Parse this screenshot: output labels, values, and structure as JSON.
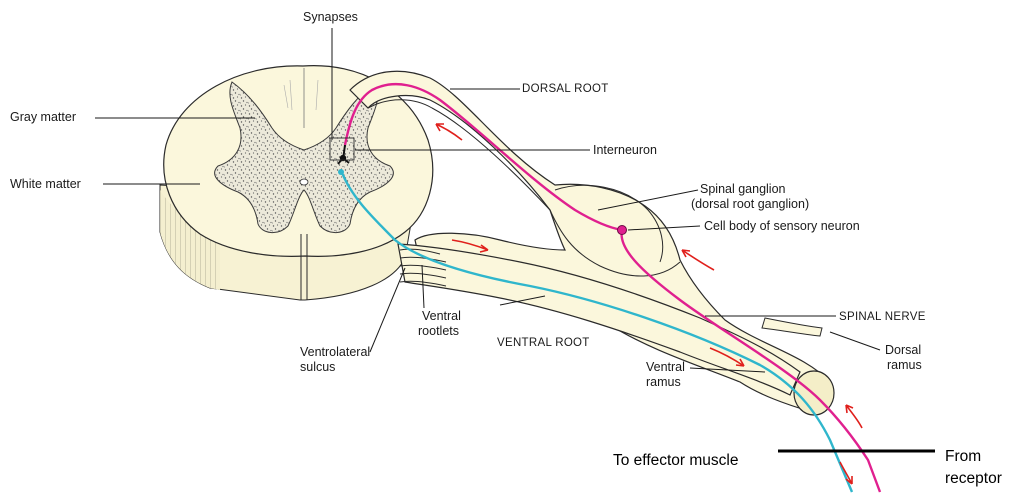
{
  "colors": {
    "cord_fill": "#fbf7dc",
    "gray_matter_fill": "#eae7d8",
    "sensory_fiber": "#e0208f",
    "motor_fiber": "#2fb6cc",
    "arrow": "#e0201c",
    "outline": "#2b2b2b"
  },
  "labels": {
    "synapses": "Synapses",
    "gray_matter": "Gray matter",
    "white_matter": "White matter",
    "dorsal_root": "DORSAL ROOT",
    "interneuron": "Interneuron",
    "spinal_ganglion_line1": "Spinal ganglion",
    "spinal_ganglion_line2": "(dorsal root ganglion)",
    "cell_body": "Cell body of sensory neuron",
    "spinal_nerve": "SPINAL NERVE",
    "dorsal_ramus_line1": "Dorsal",
    "dorsal_ramus_line2": "ramus",
    "ventral_rootlets_line1": "Ventral",
    "ventral_rootlets_line2": "rootlets",
    "ventral_root": "VENTRAL ROOT",
    "ventral_ramus_line1": "Ventral",
    "ventral_ramus_line2": "ramus",
    "ventrolateral_line1": "Ventrolateral",
    "ventrolateral_line2": "sulcus",
    "to_effector": "To effector muscle",
    "from_receptor_line1": "From",
    "from_receptor_line2": "receptor"
  }
}
